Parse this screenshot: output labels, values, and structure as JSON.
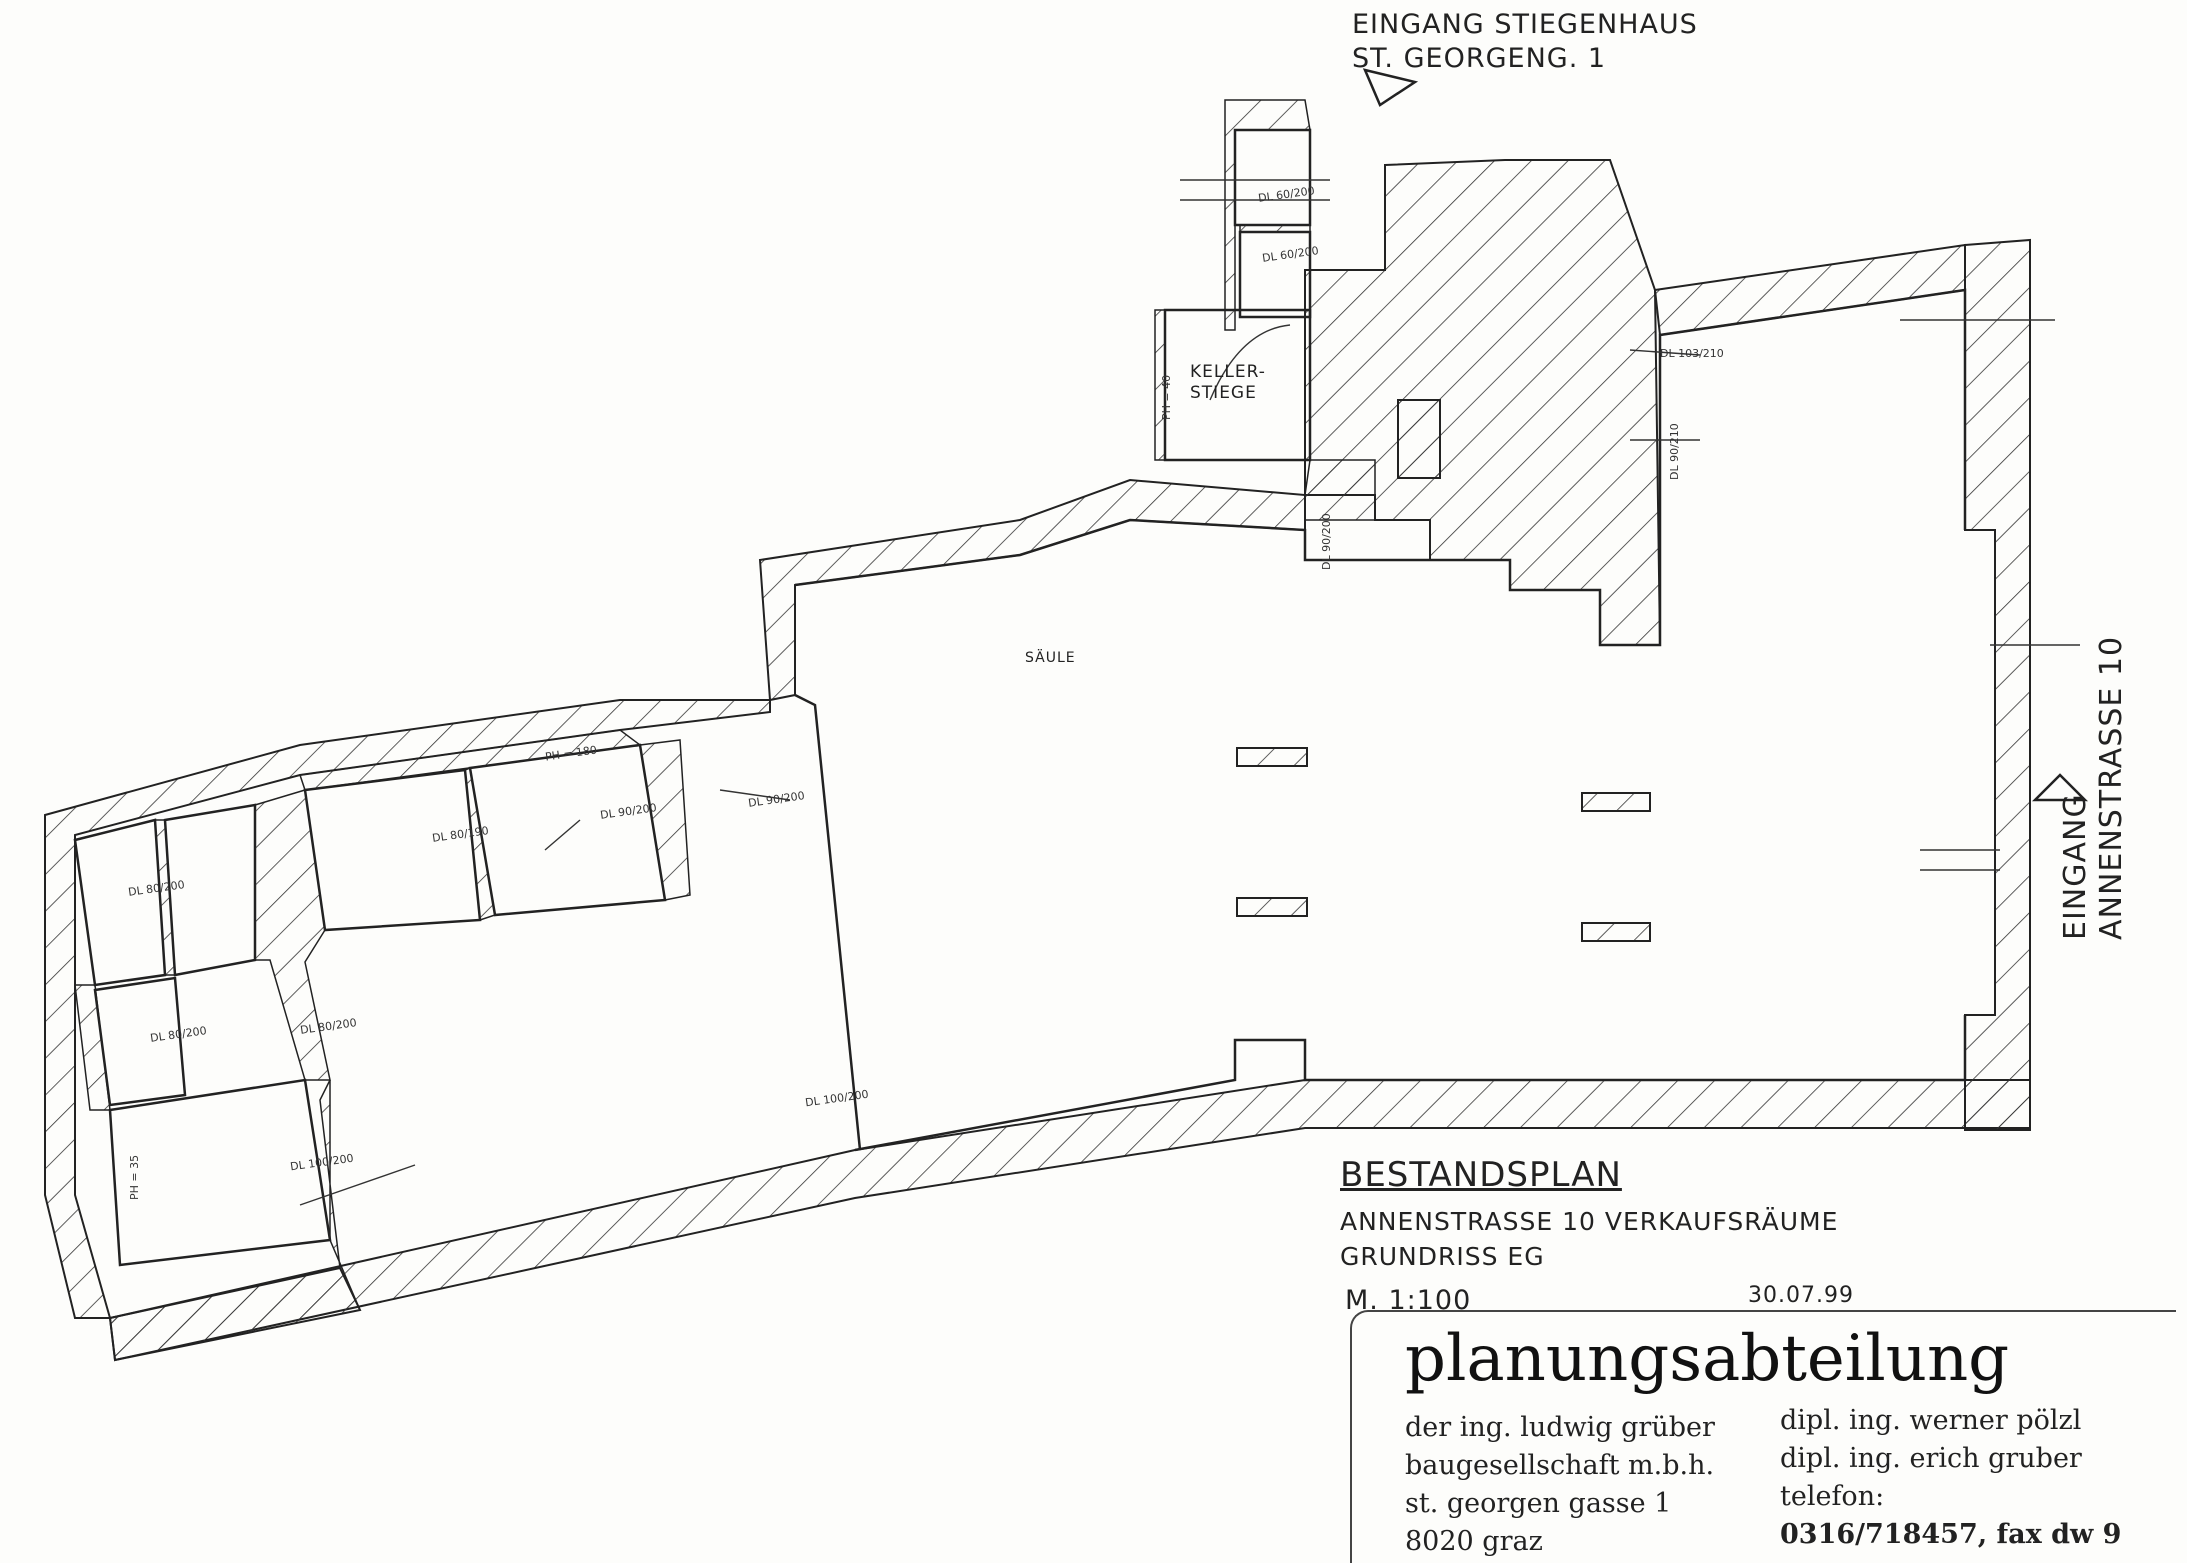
{
  "labels": {
    "entrance_top": "EINGANG STIEGENHAUS",
    "entrance_top_sub": "ST. GEORGENG. 1",
    "entrance_right_1": "EINGANG",
    "entrance_right_2": "ANNENSTRASSE 10",
    "keller_1": "KELLER-",
    "keller_2": "STIEGE",
    "saeule": "SÄULE"
  },
  "title_block": {
    "title": "BESTANDSPLAN",
    "subtitle_1": "ANNENSTRASSE 10 VERKAUFSRÄUME",
    "subtitle_2": "GRUNDRISS EG",
    "scale": "M. 1:100",
    "date": "30.07.99"
  },
  "stamp": {
    "name": "planungsabteilung",
    "left": [
      "der ing. ludwig grüber",
      "baugesellschaft m.b.h.",
      "st. georgen gasse 1",
      "8020 graz"
    ],
    "right": [
      "dipl. ing. werner pölzl",
      "dipl. ing. erich gruber",
      "telefon:",
      "0316/718457, fax dw 9"
    ]
  },
  "dimensions": {
    "d1": "DL 80/200",
    "d2": "DL 80/200",
    "d3": "DL 80/200",
    "d4": "DL 100/200",
    "d5": "DL 80/190",
    "d6": "DL 90/200",
    "d7": "DL 90/200",
    "d8": "DL 100/200",
    "d9": "DL 90/200",
    "d10": "DL 90/210",
    "d11": "DL 103/210",
    "d12": "DL 60/200",
    "d13": "DL 60/200",
    "d14": "PH = 180",
    "d15": "PH = 35",
    "d16": "PH = 40"
  }
}
